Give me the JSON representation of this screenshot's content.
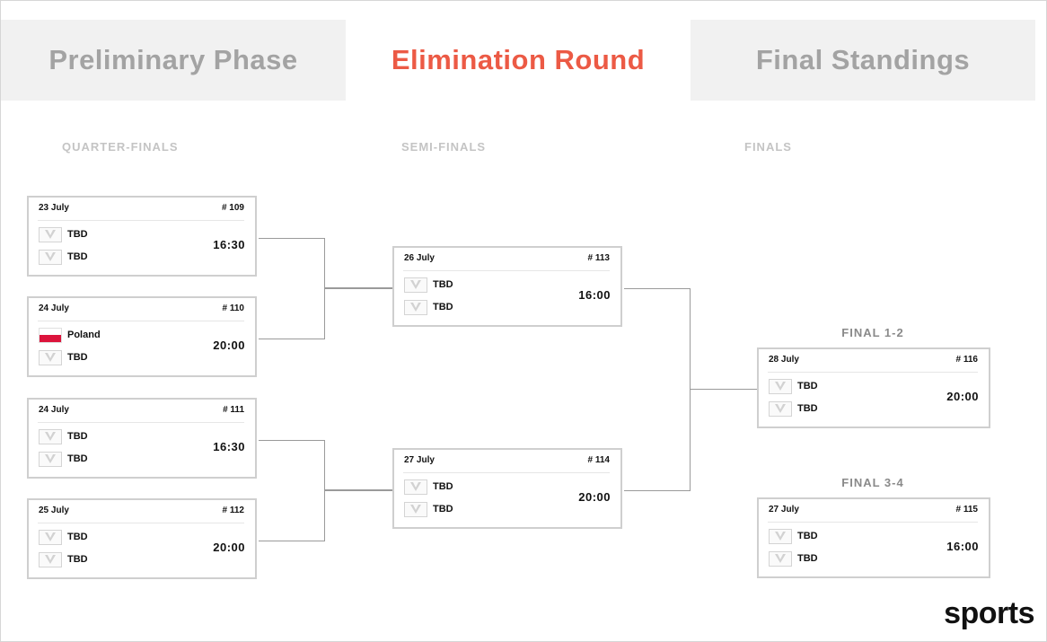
{
  "tabs": [
    {
      "label": "Preliminary Phase",
      "active": false
    },
    {
      "label": "Elimination Round",
      "active": true
    },
    {
      "label": "Final Standings",
      "active": false
    }
  ],
  "rounds": {
    "quarter": "QUARTER-FINALS",
    "semi": "SEMI-FINALS",
    "finals": "FINALS"
  },
  "final_labels": {
    "gold": "FINAL 1-2",
    "bronze": "FINAL 3-4"
  },
  "matches": {
    "m109": {
      "date": "23 July",
      "number": "# 109",
      "time": "16:30",
      "team1": "TBD",
      "team2": "TBD"
    },
    "m110": {
      "date": "24 July",
      "number": "# 110",
      "time": "20:00",
      "team1": "Poland",
      "team2": "TBD"
    },
    "m111": {
      "date": "24 July",
      "number": "# 111",
      "time": "16:30",
      "team1": "TBD",
      "team2": "TBD"
    },
    "m112": {
      "date": "25 July",
      "number": "# 112",
      "time": "20:00",
      "team1": "TBD",
      "team2": "TBD"
    },
    "m113": {
      "date": "26 July",
      "number": "# 113",
      "time": "16:00",
      "team1": "TBD",
      "team2": "TBD"
    },
    "m114": {
      "date": "27 July",
      "number": "# 114",
      "time": "20:00",
      "team1": "TBD",
      "team2": "TBD"
    },
    "m116": {
      "date": "28 July",
      "number": "# 116",
      "time": "20:00",
      "team1": "TBD",
      "team2": "TBD"
    },
    "m115": {
      "date": "27 July",
      "number": "# 115",
      "time": "16:00",
      "team1": "TBD",
      "team2": "TBD"
    }
  },
  "icons": {
    "placeholder_team": "volleyball-v-logo-icon",
    "poland": "poland-flag-icon"
  },
  "colors": {
    "active_tab": "#ec5a45",
    "inactive_tab": "#a3a3a3",
    "tab_background": "#f1f1f1",
    "poland_red": "#dc143c"
  },
  "brand": "sports"
}
